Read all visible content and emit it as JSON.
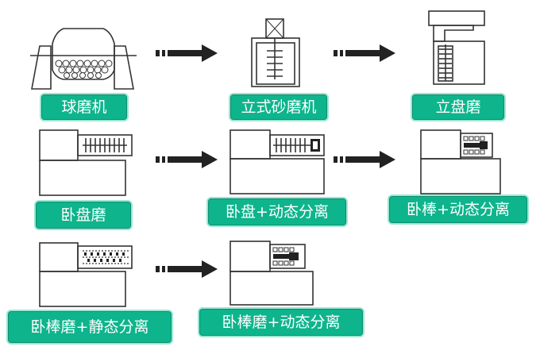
{
  "labels": {
    "ball_mill": "球磨机",
    "vertical_sand_mill": "立式砂磨机",
    "vertical_disc_mill": "立盘磨",
    "horizontal_disc_mill": "卧盘磨",
    "horizontal_disc_dynamic": "卧盘+动态分离",
    "horizontal_rod_dynamic": "卧棒+动态分离",
    "horizontal_rod_mill_static": "卧棒磨+静态分离",
    "horizontal_rod_mill_dynamic": "卧棒磨+动态分离"
  },
  "colors": {
    "label_bg": "#0eb48c",
    "label_border": "#9fe6d2",
    "line": "#333333",
    "arrow": "#222222"
  }
}
